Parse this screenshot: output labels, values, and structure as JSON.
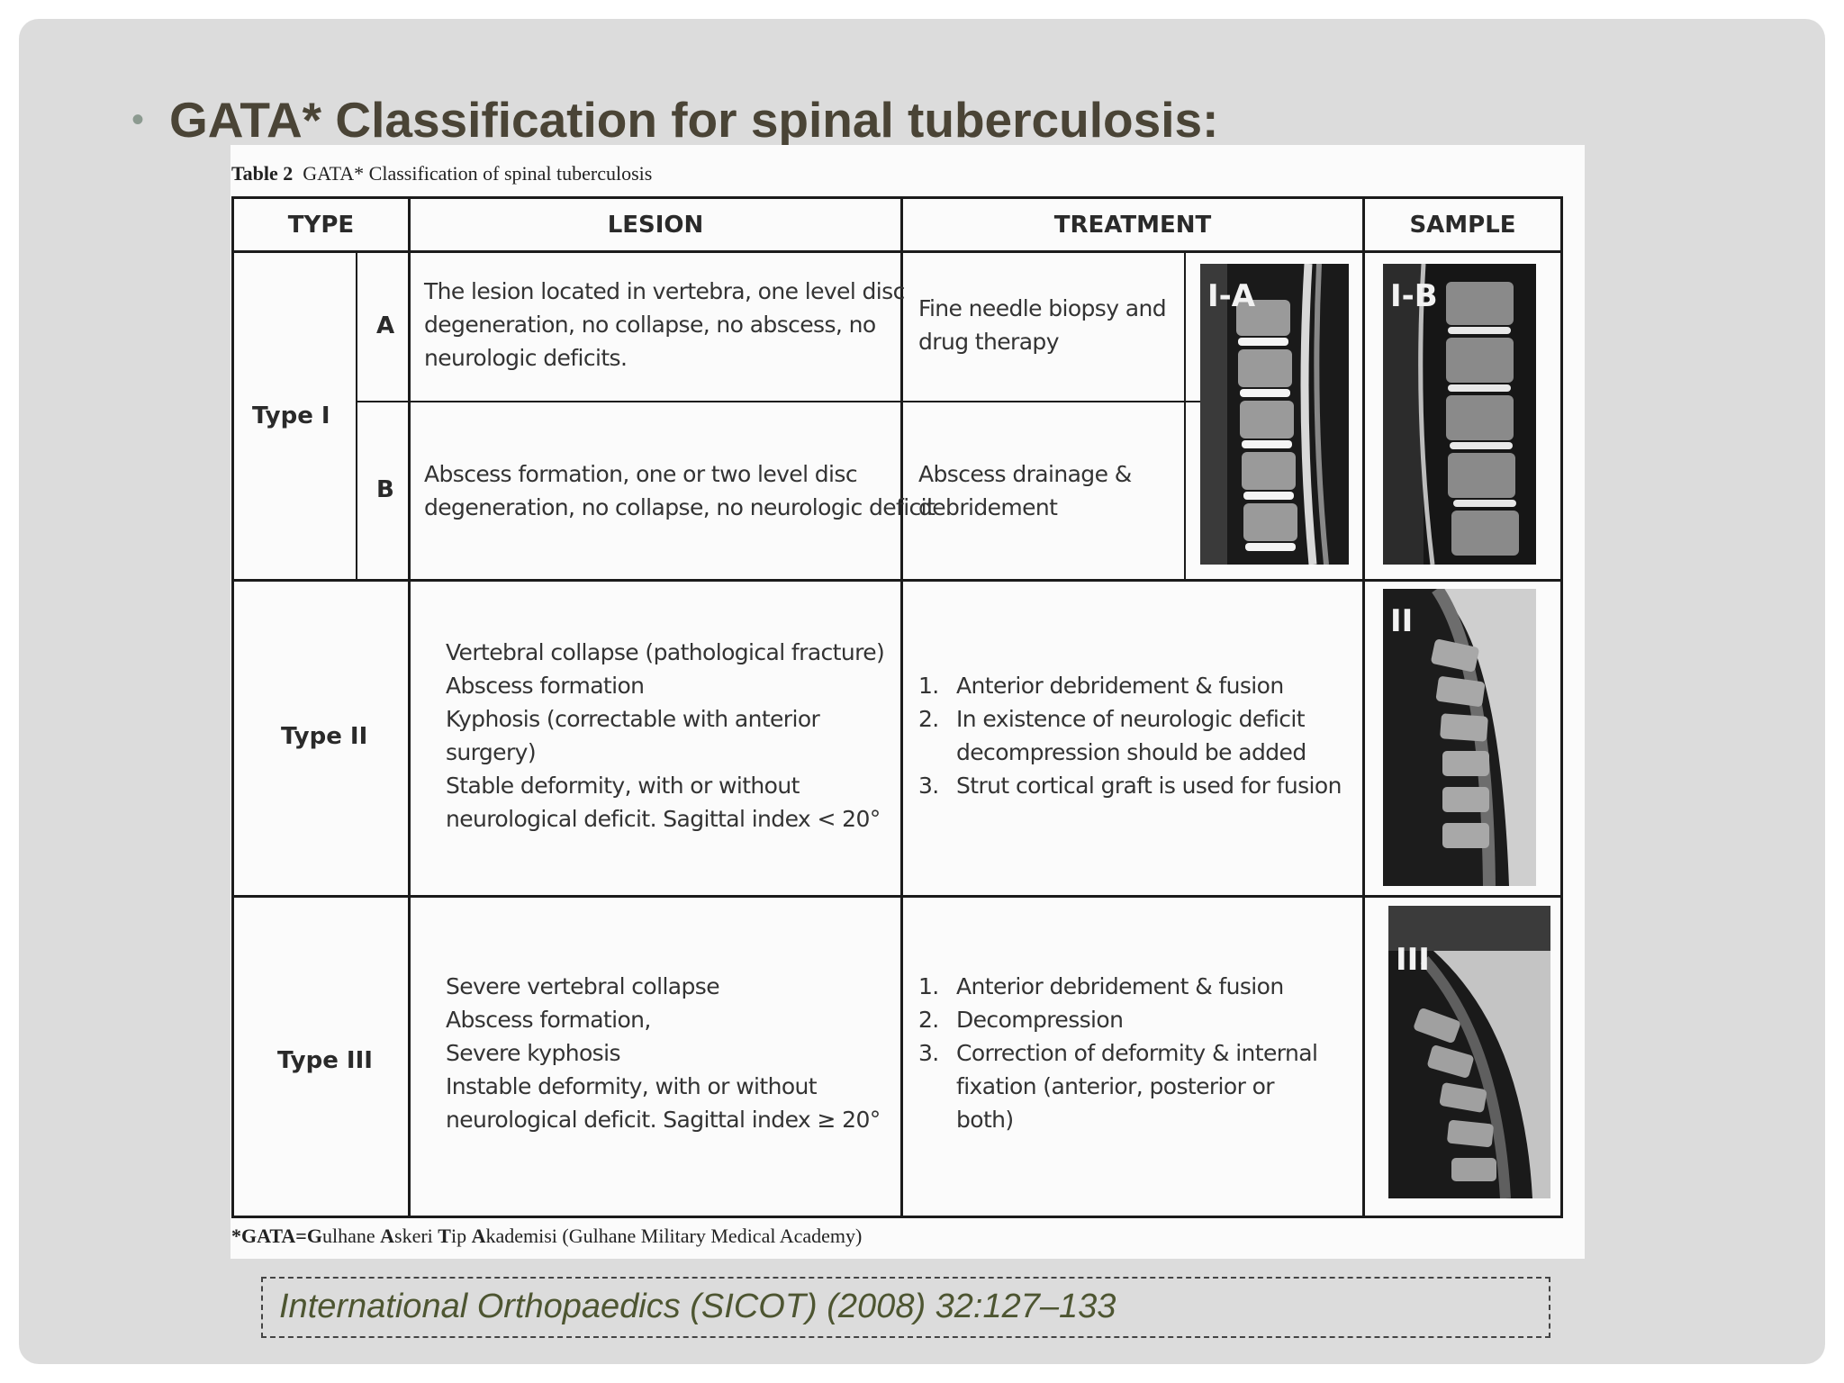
{
  "slide": {
    "title": "GATA* Classification for spinal tuberculosis:",
    "citation": "International Orthopaedics (SICOT) (2008) 32:127–133"
  },
  "figure": {
    "caption_prefix": "Table 2",
    "caption_text": "GATA* Classification of spinal tuberculosis",
    "footnote_prefix": "*GATA=",
    "footnote_parts": [
      "G",
      "ulhane ",
      "A",
      "skeri ",
      "T",
      "ip ",
      "A",
      "kademisi (Gulhane Military Medical Academy)"
    ]
  },
  "table": {
    "headers": {
      "type": "TYPE",
      "lesion": "LESION",
      "treatment": "TREATMENT",
      "sample": "SAMPLE"
    },
    "rows": [
      {
        "type": "Type I",
        "sub_a": "A",
        "lesion_a": [
          "The lesion located in vertebra, one level disc",
          "degeneration, no collapse, no abscess, no",
          "neurologic deficits."
        ],
        "treatment_a": [
          "Fine needle biopsy and",
          "drug therapy"
        ],
        "sub_b": "B",
        "lesion_b": [
          "Abscess formation, one or two level disc",
          "degeneration, no collapse, no neurologic deficit"
        ],
        "treatment_b": [
          "Abscess drainage &",
          "debridement"
        ],
        "image_label_a": "I-A",
        "image_label_b": "I-B"
      },
      {
        "type": "Type II",
        "lesion": [
          "Vertebral collapse (pathological fracture)",
          "Abscess formation",
          "Kyphosis (correctable with anterior",
          "surgery)",
          "Stable deformity, with or without",
          "neurological deficit. Sagittal index < 20°"
        ],
        "treatment": [
          {
            "num": "1.",
            "lines": [
              "Anterior debridement & fusion"
            ]
          },
          {
            "num": "2.",
            "lines": [
              "In existence of neurologic deficit",
              "decompression should be added"
            ]
          },
          {
            "num": "3.",
            "lines": [
              "Strut cortical graft is used for fusion"
            ]
          }
        ],
        "image_label": "II"
      },
      {
        "type": "Type III",
        "lesion": [
          "Severe vertebral collapse",
          "Abscess formation,",
          "Severe kyphosis",
          "Instable deformity, with or without",
          "neurological deficit. Sagittal index ≥ 20°"
        ],
        "treatment": [
          {
            "num": "1.",
            "lines": [
              "Anterior debridement & fusion"
            ]
          },
          {
            "num": "2.",
            "lines": [
              "Decompression"
            ]
          },
          {
            "num": "3.",
            "lines": [
              "Correction of deformity & internal",
              "fixation (anterior, posterior or",
              "both)"
            ]
          }
        ],
        "image_label": "III"
      }
    ]
  }
}
